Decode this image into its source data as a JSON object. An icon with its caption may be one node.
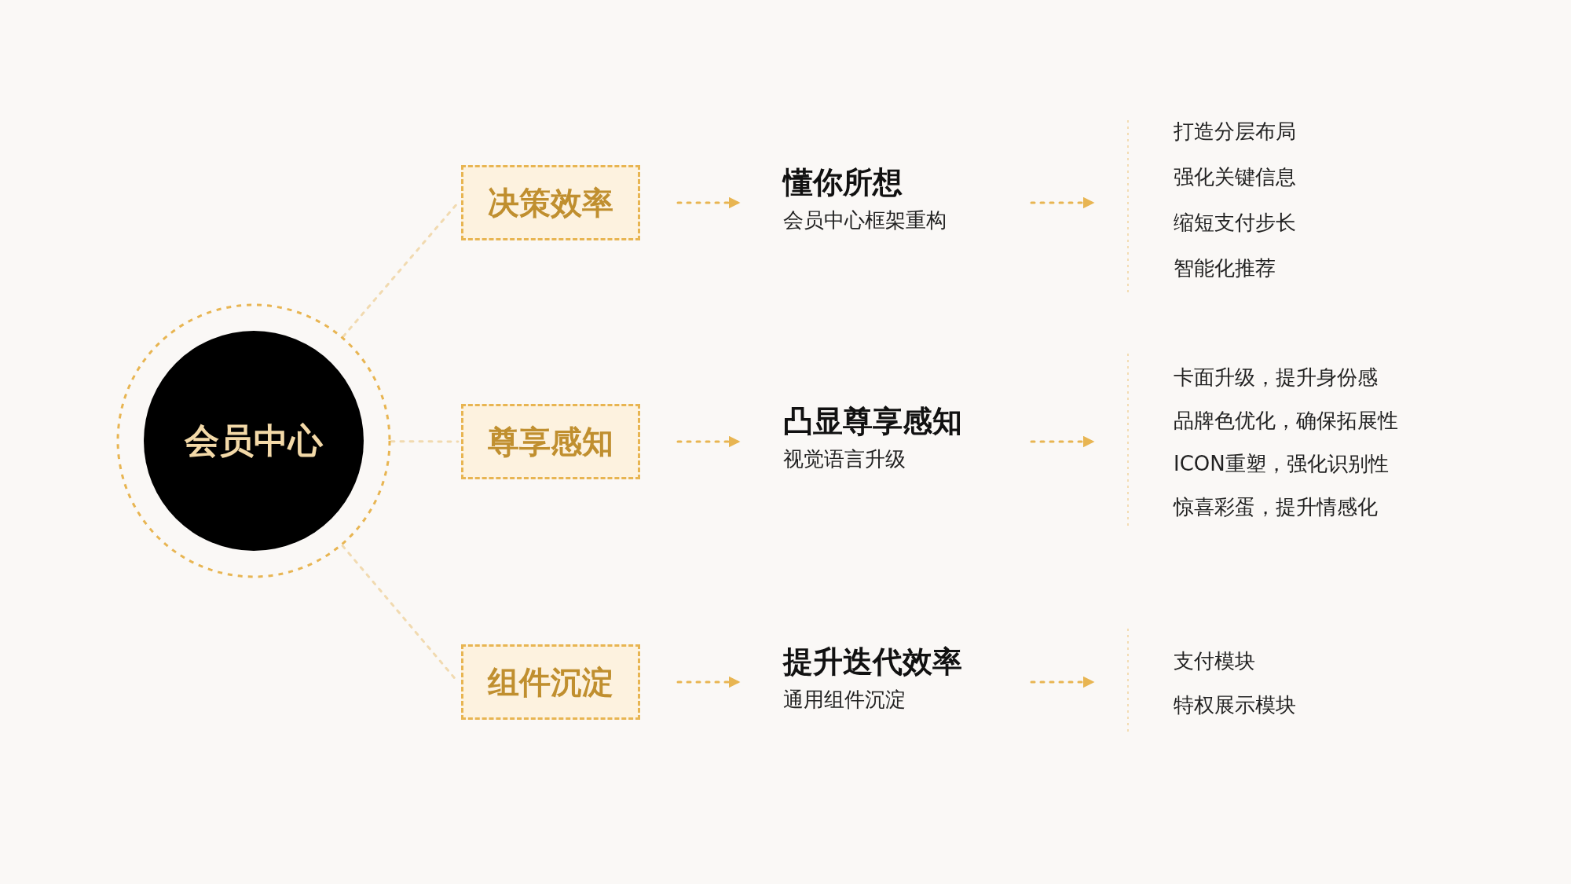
{
  "diagram": {
    "nodes": [
      {
        "text": [
          "会员中心"
        ]
      },
      {
        "text": [
          "决策效率"
        ]
      },
      {
        "text": [
          "尊享感知"
        ]
      },
      {
        "text": [
          "组件沉淀"
        ]
      },
      {
        "text": [
          "懂你所想",
          "会员中心框架重构"
        ]
      },
      {
        "text": [
          "凸显尊享感知",
          "视觉语言升级"
        ]
      },
      {
        "text": [
          "提升迭代效率",
          "通用组件沉淀"
        ]
      },
      {
        "text": [
          "打造分层布局",
          "强化关键信息",
          "缩短支付步长",
          "智能化推荐"
        ]
      },
      {
        "text": [
          "卡面升级，提升身份感",
          "品牌色优化，确保拓展性",
          "ICON重塑，强化识别性",
          "惊喜彩蛋，提升情感化"
        ]
      },
      {
        "text": [
          "支付模块",
          "特权展示模块"
        ]
      }
    ],
    "edges": [
      {
        "from": 0,
        "to": 1,
        "arrow": "none",
        "style": "dashed",
        "color": "#f1dab0"
      },
      {
        "from": 0,
        "to": 2,
        "arrow": "none",
        "style": "dashed",
        "color": "#f1dab0"
      },
      {
        "from": 0,
        "to": 3,
        "arrow": "none",
        "style": "dashed",
        "color": "#f1dab0"
      },
      {
        "from": 1,
        "to": 4,
        "arrow": "to",
        "style": "dashed"
      },
      {
        "from": 2,
        "to": 5,
        "arrow": "to",
        "style": "dashed"
      },
      {
        "from": 3,
        "to": 6,
        "arrow": "to",
        "style": "dashed"
      },
      {
        "from": 4,
        "to": 7,
        "arrow": "to",
        "style": "dashed"
      },
      {
        "from": 5,
        "to": 8,
        "arrow": "to",
        "style": "dashed"
      },
      {
        "from": 6,
        "to": 9,
        "arrow": "to",
        "style": "dashed"
      }
    ]
  }
}
